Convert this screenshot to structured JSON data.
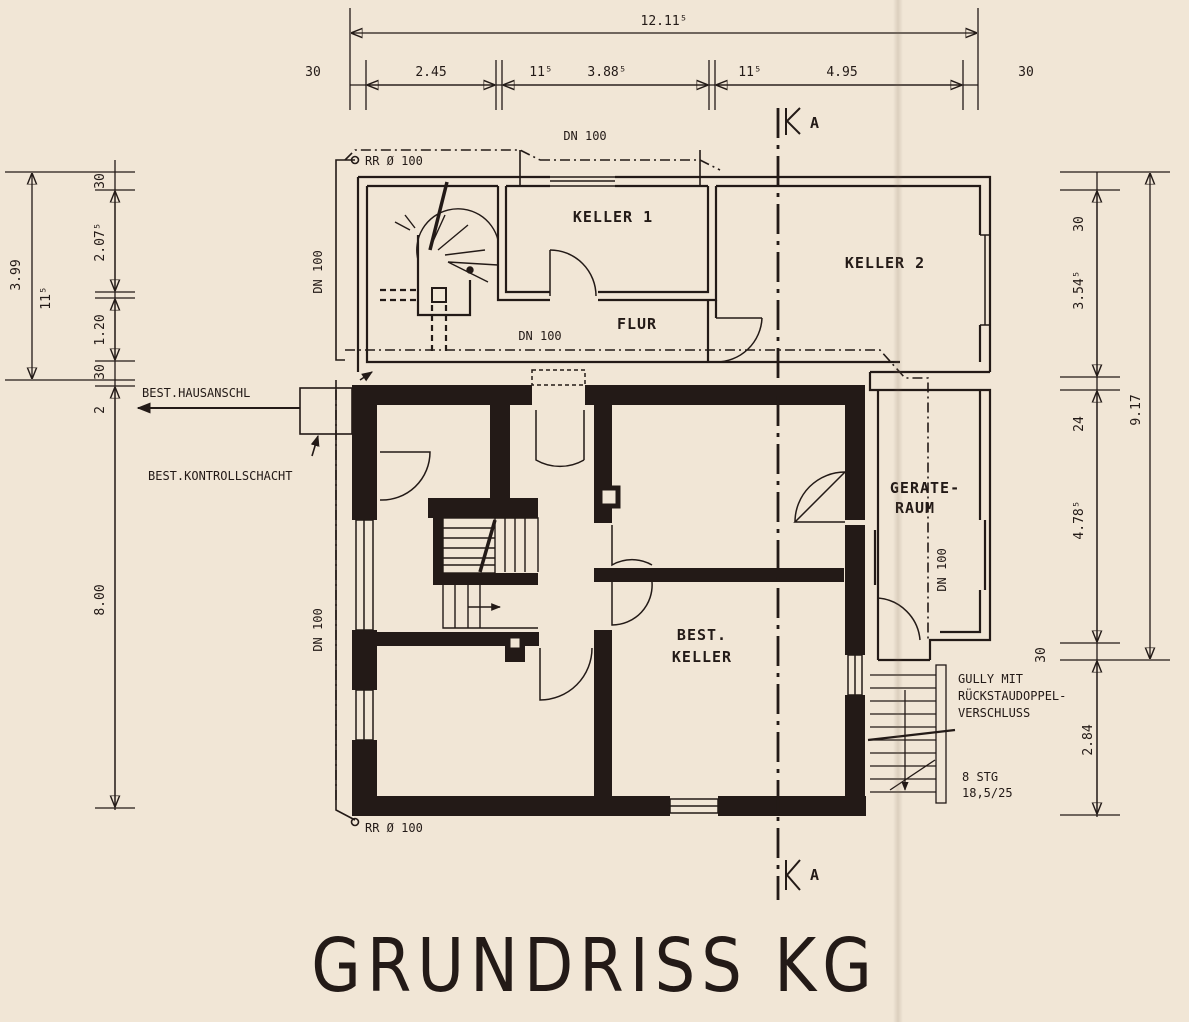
{
  "title": "GRUNDRISS KG",
  "dims_top": {
    "overall": "12.11⁵",
    "edge_left": "30",
    "edge_right": "30",
    "segments": [
      "2.45",
      "11⁵",
      "3.88⁵",
      "11⁵",
      "4.95"
    ]
  },
  "dims_left": {
    "overall": "3.99",
    "lower": "8.00",
    "segments": [
      "30",
      "2.07⁵",
      "11⁵",
      "1.20",
      "30",
      "2"
    ]
  },
  "dims_right": {
    "overall": "9.17",
    "segments": [
      "30",
      "3.54⁵",
      "24",
      "4.78⁵",
      "30",
      "2.84"
    ]
  },
  "rooms": {
    "keller1": "KELLER 1",
    "keller2": "KELLER 2",
    "flur": "FLUR",
    "geraete_1": "GERATE-",
    "geraete_2": "RAUM",
    "best_keller_1": "BEST.",
    "best_keller_2": "KELLER"
  },
  "annotations": {
    "rr_top": "RR Ø 100",
    "rr_bottom": "RR Ø 100",
    "dn_top": "DN 100",
    "dn_flur": "DN 100",
    "dn_left_upper": "DN 100",
    "dn_left_lower": "DN 100",
    "dn_geraete": "DN 100",
    "hausanschluss": "BEST.HAUSANSCHL",
    "kontrollschacht": "BEST.KONTROLLSCHACHT",
    "gully_1": "GULLY MIT",
    "gully_2": "RÜCKSTAUDOPPEL-",
    "gully_3": "VERSCHLUSS",
    "stg_1": "8 STG",
    "stg_2": "18,5/25",
    "section_top": "A",
    "section_bottom": "A"
  }
}
